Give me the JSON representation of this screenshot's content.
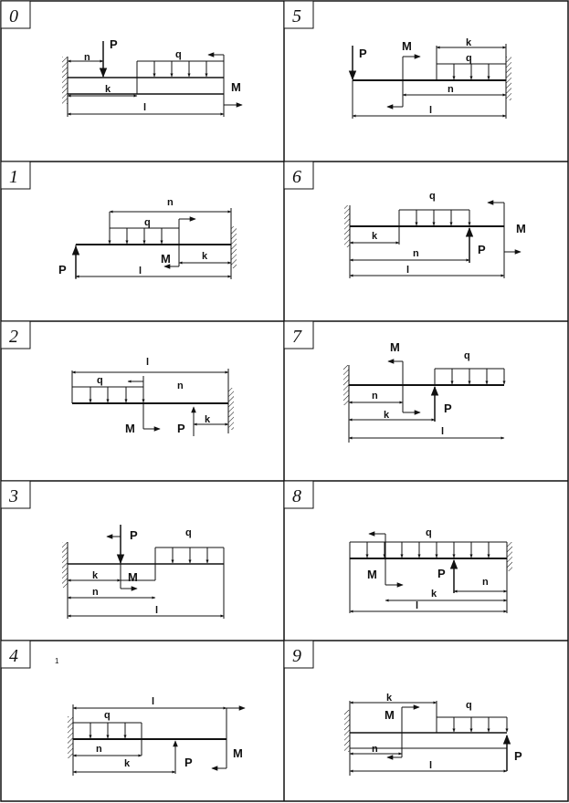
{
  "cells": [
    {
      "number": "0",
      "labels": {
        "P": "P",
        "n": "n",
        "q": "q",
        "k": "k",
        "l": "l",
        "M": "M"
      }
    },
    {
      "number": "1",
      "labels": {
        "n": "n",
        "q": "q",
        "M": "M",
        "k": "k",
        "P": "P",
        "l": "l"
      }
    },
    {
      "number": "2",
      "labels": {
        "l": "l",
        "q": "q",
        "n": "n",
        "M": "M",
        "P": "P",
        "k": "k"
      }
    },
    {
      "number": "3",
      "labels": {
        "P": "P",
        "q": "q",
        "k": "k",
        "M": "M",
        "n": "n",
        "l": "l"
      }
    },
    {
      "number": "4",
      "labels": {
        "q": "q",
        "l": "l",
        "n": "n",
        "k": "k",
        "P": "P",
        "M": "M"
      },
      "note": "1"
    },
    {
      "number": "5",
      "labels": {
        "P": "P",
        "M": "M",
        "k": "k",
        "q": "q",
        "n": "n",
        "l": "l"
      }
    },
    {
      "number": "6",
      "labels": {
        "q": "q",
        "M": "M",
        "k": "k",
        "n": "n",
        "P": "P",
        "l": "l"
      }
    },
    {
      "number": "7",
      "labels": {
        "M": "M",
        "q": "q",
        "n": "n",
        "P": "P",
        "k": "k",
        "l": "l"
      }
    },
    {
      "number": "8",
      "labels": {
        "q": "q",
        "M": "M",
        "P": "P",
        "n": "n",
        "k": "k",
        "l": "l"
      }
    },
    {
      "number": "9",
      "labels": {
        "k": "k",
        "q": "q",
        "M": "M",
        "n": "n",
        "P": "P",
        "l": "l"
      }
    }
  ]
}
